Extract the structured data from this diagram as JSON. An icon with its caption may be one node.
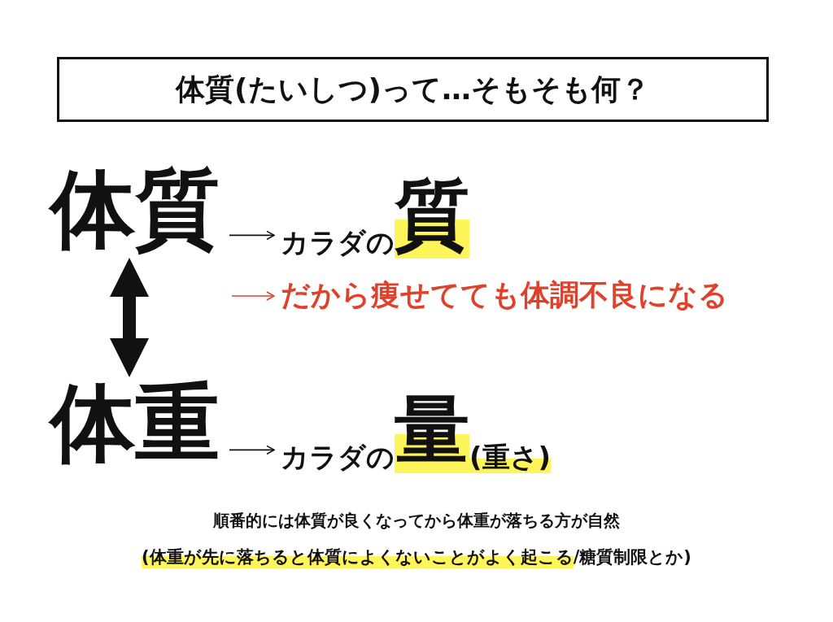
{
  "diagram": {
    "title": "体質(たいしつ)って…そもそも何？",
    "nodes": [
      {
        "text": [
          "体質"
        ]
      },
      {
        "text": [
          "体重"
        ]
      },
      {
        "text": [
          "カラダの",
          "質"
        ]
      },
      {
        "text": [
          "だから痩せてても体調不良になる"
        ]
      },
      {
        "text": [
          "カラダの",
          "量",
          "(重さ)"
        ]
      }
    ],
    "edges": [
      {
        "from": 0,
        "to": 2,
        "arrow": "to"
      },
      {
        "from": null,
        "to": 3,
        "arrow": "to",
        "color": "#e0412b"
      },
      {
        "from": 0,
        "to": 1,
        "arrow": "both",
        "style": "thick"
      },
      {
        "from": 1,
        "to": 4,
        "arrow": "to"
      }
    ],
    "labels": [
      "順番的には体質が良くなってから体重が落ちる方が自然",
      "(体重が先に落ちると体質によくないことがよく起こる",
      "/糖質制限とか)"
    ]
  }
}
